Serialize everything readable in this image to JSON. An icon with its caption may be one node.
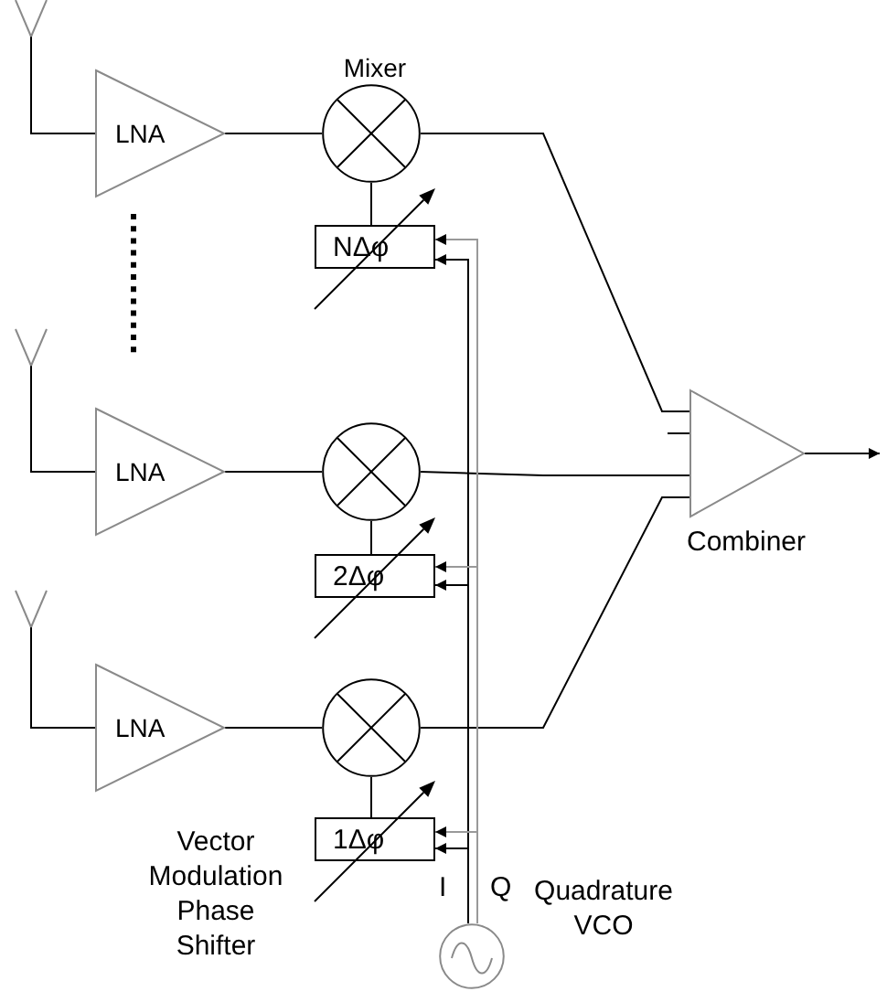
{
  "diagram": {
    "nodes": [
      {
        "text": [],
        "shape": "antenna"
      },
      {
        "text": [
          "LNA"
        ]
      },
      {
        "text": [],
        "shape": "circle",
        "beside": [
          "Mixer"
        ]
      },
      {
        "text": [
          "NΔφ"
        ]
      },
      {
        "text": [],
        "shape": "antenna"
      },
      {
        "text": [
          "LNA"
        ]
      },
      {
        "text": [],
        "shape": "circle"
      },
      {
        "text": [
          "2Δφ"
        ]
      },
      {
        "text": [],
        "shape": "antenna"
      },
      {
        "text": [
          "LNA"
        ]
      },
      {
        "text": [],
        "shape": "circle"
      },
      {
        "text": [
          "1Δφ"
        ],
        "beside": [
          "Vector Modulation Phase Shifter"
        ]
      },
      {
        "text": [],
        "shape": "triangle",
        "beside": [
          "Combiner"
        ]
      },
      {
        "text": [],
        "shape": "circle",
        "beside": [
          "Quadrature VCO"
        ]
      }
    ],
    "edges": [
      {
        "from": 0,
        "to": 1,
        "arrow": "none"
      },
      {
        "from": 1,
        "to": 2,
        "arrow": "none"
      },
      {
        "from": 2,
        "to": 12,
        "arrow": "none"
      },
      {
        "from": 3,
        "to": 2,
        "arrow": "none"
      },
      {
        "from": 4,
        "to": 5,
        "arrow": "none"
      },
      {
        "from": 5,
        "to": 6,
        "arrow": "none"
      },
      {
        "from": 6,
        "to": 12,
        "arrow": "none"
      },
      {
        "from": 7,
        "to": 6,
        "arrow": "none"
      },
      {
        "from": 8,
        "to": 9,
        "arrow": "none"
      },
      {
        "from": 9,
        "to": 10,
        "arrow": "none"
      },
      {
        "from": 10,
        "to": 12,
        "arrow": "none"
      },
      {
        "from": 11,
        "to": 10,
        "arrow": "none"
      },
      {
        "from": 13,
        "to": 3,
        "arrow": "to"
      },
      {
        "from": 13,
        "to": 3,
        "arrow": "to",
        "color": "#999999"
      },
      {
        "from": 13,
        "to": 7,
        "arrow": "to"
      },
      {
        "from": 13,
        "to": 7,
        "arrow": "to",
        "color": "#999999"
      },
      {
        "from": 13,
        "to": 11,
        "arrow": "to"
      },
      {
        "from": 13,
        "to": 11,
        "arrow": "to",
        "color": "#999999"
      },
      {
        "from": 12,
        "to": null,
        "arrow": "to"
      }
    ],
    "labels": [
      "I",
      "Q"
    ]
  }
}
